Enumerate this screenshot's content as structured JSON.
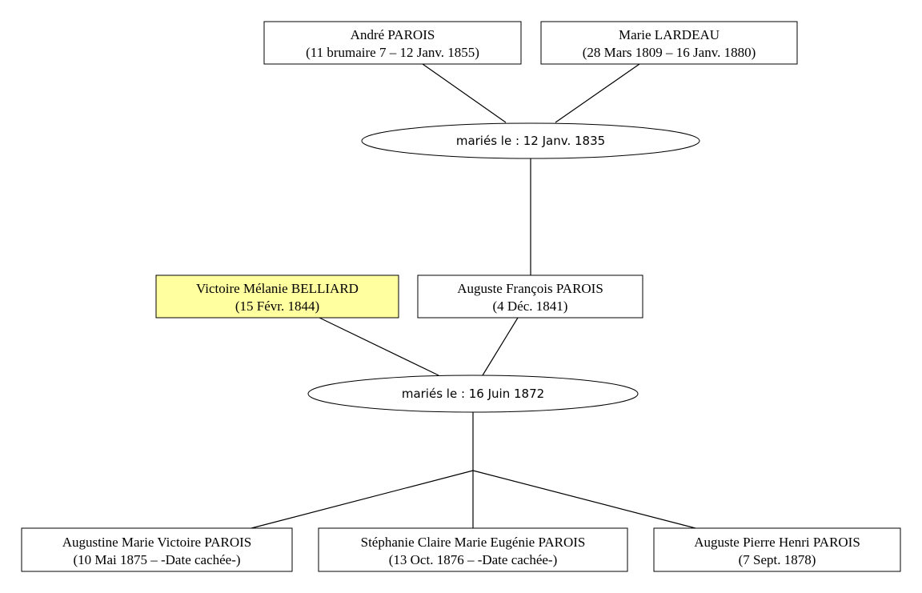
{
  "colors": {
    "default_box_fill": "#ffffff",
    "highlight_box_fill": "#ffffa0",
    "line": "#000000"
  },
  "persons": {
    "andre": {
      "name": "André PAROIS",
      "dates": "(11 brumaire 7 – 12 Janv. 1855)",
      "highlight": false
    },
    "marie": {
      "name": "Marie LARDEAU",
      "dates": "(28 Mars 1809 – 16 Janv. 1880)",
      "highlight": false
    },
    "victoire": {
      "name": "Victoire Mélanie BELLIARD",
      "dates": "(15 Févr. 1844)",
      "highlight": true
    },
    "auguste_francois": {
      "name": "Auguste François PAROIS",
      "dates": "(4 Déc. 1841)",
      "highlight": false
    },
    "augustine": {
      "name": "Augustine Marie Victoire PAROIS",
      "dates": "(10 Mai 1875 – -Date cachée-)",
      "highlight": false
    },
    "stephanie": {
      "name": "Stéphanie Claire Marie Eugénie PAROIS",
      "dates": "(13 Oct. 1876 – -Date cachée-)",
      "highlight": false
    },
    "auguste_pierre": {
      "name": "Auguste Pierre Henri PAROIS",
      "dates": "(7 Sept. 1878)",
      "highlight": false
    }
  },
  "marriages": {
    "m1835": {
      "label": "mariés le : 12 Janv. 1835"
    },
    "m1872": {
      "label": "mariés le : 16 Juin 1872"
    }
  }
}
